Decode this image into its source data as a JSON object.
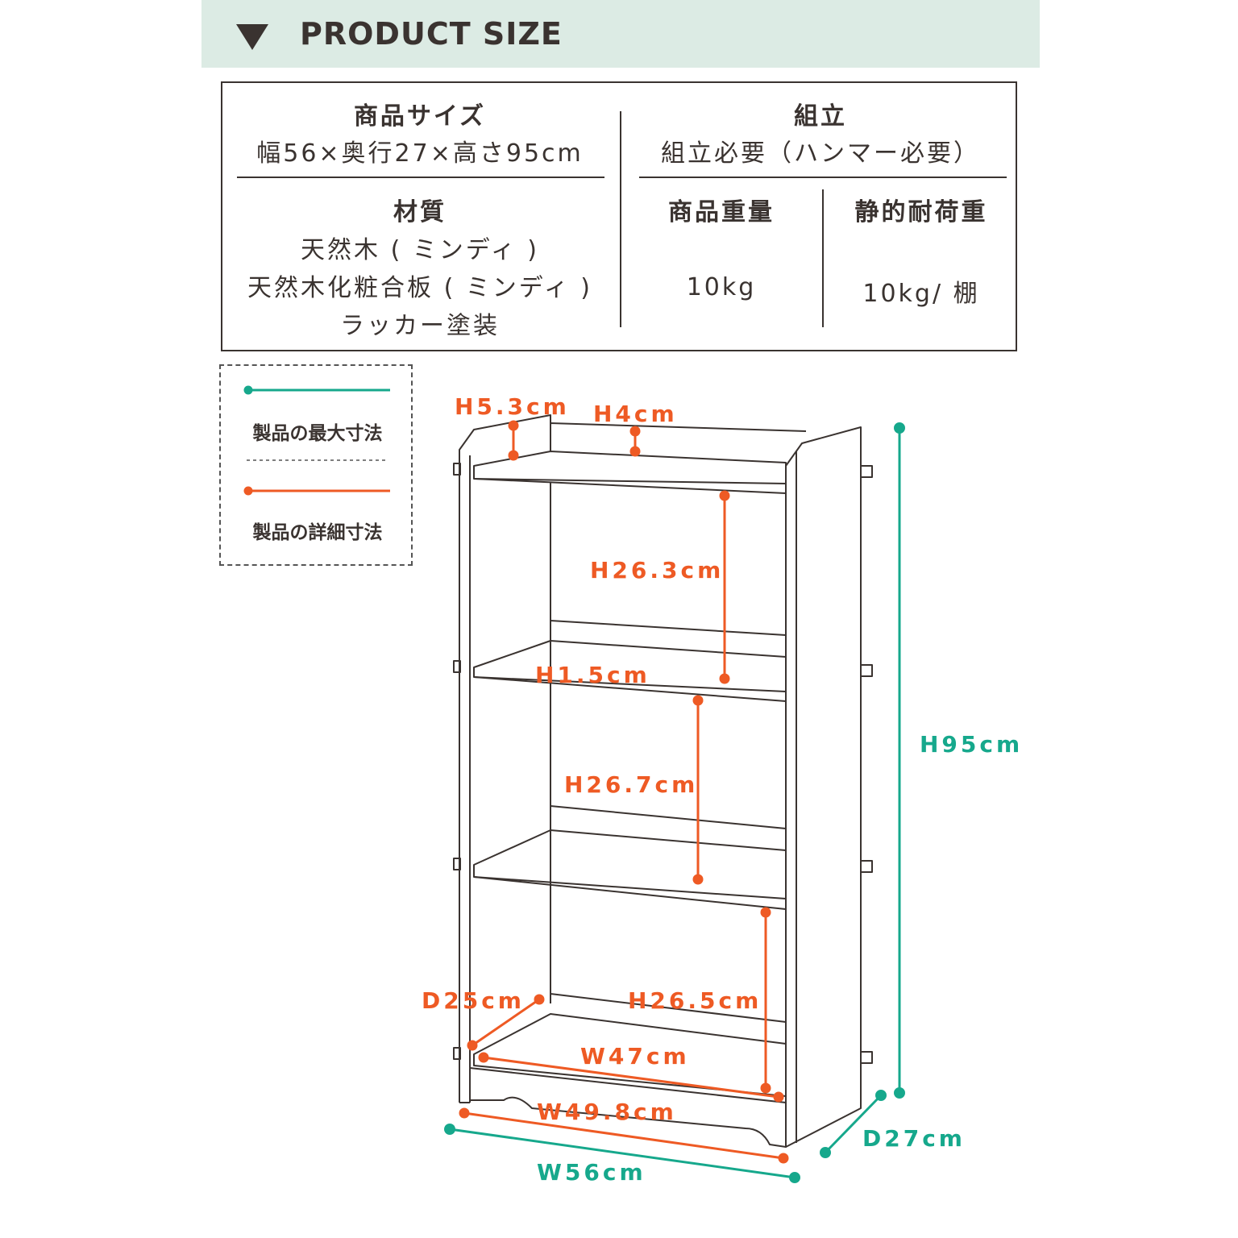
{
  "header": {
    "title": "PRODUCT SIZE"
  },
  "spec": {
    "size_label": "商品サイズ",
    "size_value": "幅56×奥行27×高さ95cm",
    "assembly_label": "組立",
    "assembly_value": "組立必要（ハンマー必要）",
    "material_label": "材質",
    "material_lines": [
      "天然木 ( ミンディ )",
      "天然木化粧合板 ( ミンディ )",
      "ラッカー塗装"
    ],
    "weight_label": "商品重量",
    "weight_value": "10kg",
    "load_label": "静的耐荷重",
    "load_value": "10kg/ 棚"
  },
  "legend": {
    "max_label": "製品の最大寸法",
    "detail_label": "製品の詳細寸法",
    "max_color": "#16a88c",
    "detail_color": "#ee5a24"
  },
  "dimensions": {
    "top_side_height": "H5.3cm",
    "top_back_height": "H4cm",
    "shelf1_gap": "H26.3cm",
    "shelf_thickness": "H1.5cm",
    "shelf2_gap": "H26.7cm",
    "shelf3_gap": "H26.5cm",
    "inner_depth": "D25cm",
    "inner_width": "W47cm",
    "base_width": "W49.8cm",
    "total_width": "W56cm",
    "total_depth": "D27cm",
    "total_height": "H95cm"
  }
}
